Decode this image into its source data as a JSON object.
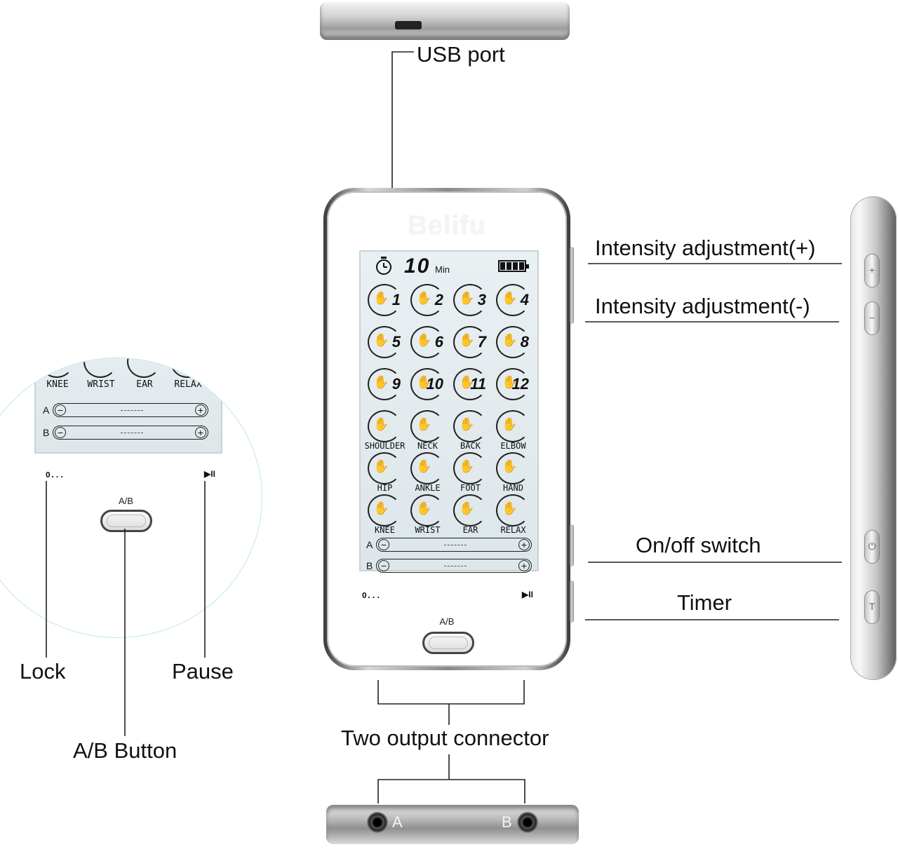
{
  "device": {
    "brand": "Belifu",
    "timer_value": "10",
    "timer_unit": "Min",
    "programs": [
      {
        "label": "",
        "num": "1"
      },
      {
        "label": "",
        "num": "2"
      },
      {
        "label": "",
        "num": "3"
      },
      {
        "label": "",
        "num": "4"
      },
      {
        "label": "",
        "num": "5"
      },
      {
        "label": "",
        "num": "6"
      },
      {
        "label": "",
        "num": "7"
      },
      {
        "label": "",
        "num": "8"
      },
      {
        "label": "",
        "num": "9"
      },
      {
        "label": "",
        "num": "10"
      },
      {
        "label": "",
        "num": "11"
      },
      {
        "label": "",
        "num": "12"
      },
      {
        "label": "SHOULDER",
        "num": ""
      },
      {
        "label": "NECK",
        "num": ""
      },
      {
        "label": "BACK",
        "num": ""
      },
      {
        "label": "ELBOW",
        "num": ""
      },
      {
        "label": "HIP",
        "num": ""
      },
      {
        "label": "ANKLE",
        "num": ""
      },
      {
        "label": "FOOT",
        "num": ""
      },
      {
        "label": "HAND",
        "num": ""
      },
      {
        "label": "KNEE",
        "num": ""
      },
      {
        "label": "WRIST",
        "num": ""
      },
      {
        "label": "EAR",
        "num": ""
      },
      {
        "label": "RELAX",
        "num": ""
      }
    ],
    "channel_a": "A",
    "channel_b": "B",
    "minus": "−",
    "plus": "+",
    "lock_icon": "O...",
    "pause_icon": "▶II",
    "ab_label": "A/B",
    "jack_a": "A",
    "jack_b": "B",
    "side_plus": "+",
    "side_minus": "−",
    "side_power": "⏻",
    "side_timer": "T"
  },
  "zoom": {
    "row": [
      "KNEE",
      "WRIST",
      "EAR",
      "RELAX"
    ]
  },
  "callouts": {
    "usb_port": "USB port",
    "intensity_plus": "Intensity adjustment(+)",
    "intensity_minus": "Intensity adjustment(-)",
    "on_off": "On/off switch",
    "timer": "Timer",
    "two_output": "Two output connector",
    "lock": "Lock",
    "pause": "Pause",
    "ab_button": "A/B Button"
  },
  "icons": [
    "stopwatch-icon",
    "battery-icon",
    "lock-icon",
    "play-pause-icon",
    "usb-port-icon",
    "jack-icon"
  ]
}
